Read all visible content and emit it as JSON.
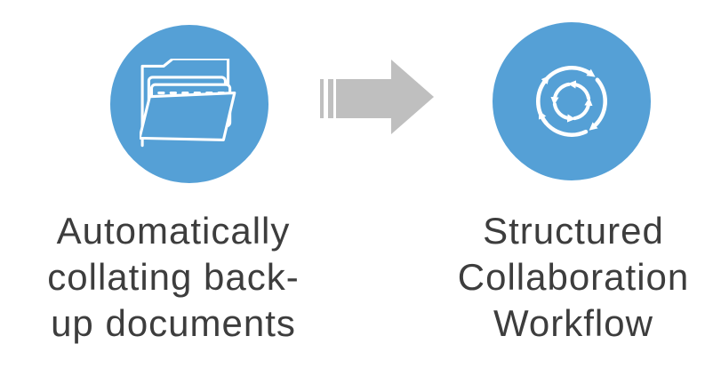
{
  "diagram": {
    "colors": {
      "accent_blue": "#55A0D6",
      "arrow_gray": "#BFBFBF",
      "text_color": "#3D3D3D",
      "icon_stroke": "#FFFFFF",
      "background": "#FFFFFF"
    },
    "steps": [
      {
        "icon": "folder-documents-icon",
        "label": "Automatically\ncollating back-\nup documents"
      },
      {
        "icon": "cycle-arrows-icon",
        "label": "Structured\nCollaboration\nWorkflow"
      }
    ],
    "connector": {
      "icon": "striped-right-arrow-icon",
      "direction": "right"
    }
  }
}
